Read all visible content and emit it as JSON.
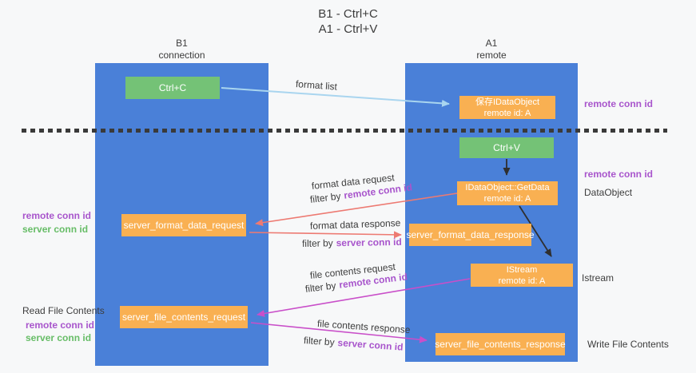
{
  "title": {
    "line1": "B1 - Ctrl+C",
    "line2": "A1 - Ctrl+V"
  },
  "columns": {
    "left": {
      "name": "B1",
      "role": "connection"
    },
    "right": {
      "name": "A1",
      "role": "remote"
    }
  },
  "boxes": {
    "ctrl_c": "Ctrl+C",
    "ctrl_v": "Ctrl+V",
    "save_idataobject": {
      "line1": "保存IDataObject",
      "line2": "remote id: A"
    },
    "idataobject_getdata": {
      "line1": "IDataObject::GetData",
      "line2": "remote id: A"
    },
    "istream": {
      "line1": "IStream",
      "line2": "remote id: A"
    },
    "server_format_data_request": "server_format_data_request",
    "server_format_data_response": "server_format_data_response",
    "server_file_contents_request": "server_file_contents_request",
    "server_file_contents_response": "server_file_contents_response"
  },
  "arrow_labels": {
    "format_list": "format list",
    "format_data_request": "format data request",
    "format_data_response": "format data response",
    "file_contents_request": "file contents request",
    "file_contents_response": "file contents response",
    "filter_by": "filter by",
    "remote_conn_id": "remote conn id",
    "server_conn_id": "server conn id"
  },
  "side_labels": {
    "remote_conn_id_top_right": "remote conn id",
    "remote_conn_id_mid_right": "remote conn id",
    "dataobject": "DataObject",
    "istream": "Istream",
    "write_file_contents": "Write File Contents",
    "read_file_contents": "Read File Contents",
    "remote_conn_id_left": "remote conn id",
    "server_conn_id_left": "server conn id",
    "remote_conn_id_bottom_left": "remote conn id",
    "server_conn_id_bottom_left": "server conn id"
  },
  "colors": {
    "column_blue": "#4a80d8",
    "box_orange": "#f9b052",
    "box_green": "#74c276",
    "arrow_light_blue": "#a9d5ef",
    "arrow_salmon": "#ed7a72",
    "arrow_magenta": "#c94fc9",
    "text_purple": "#a855cc",
    "text_green": "#67bd67",
    "text_dark": "#3d3d3d"
  }
}
